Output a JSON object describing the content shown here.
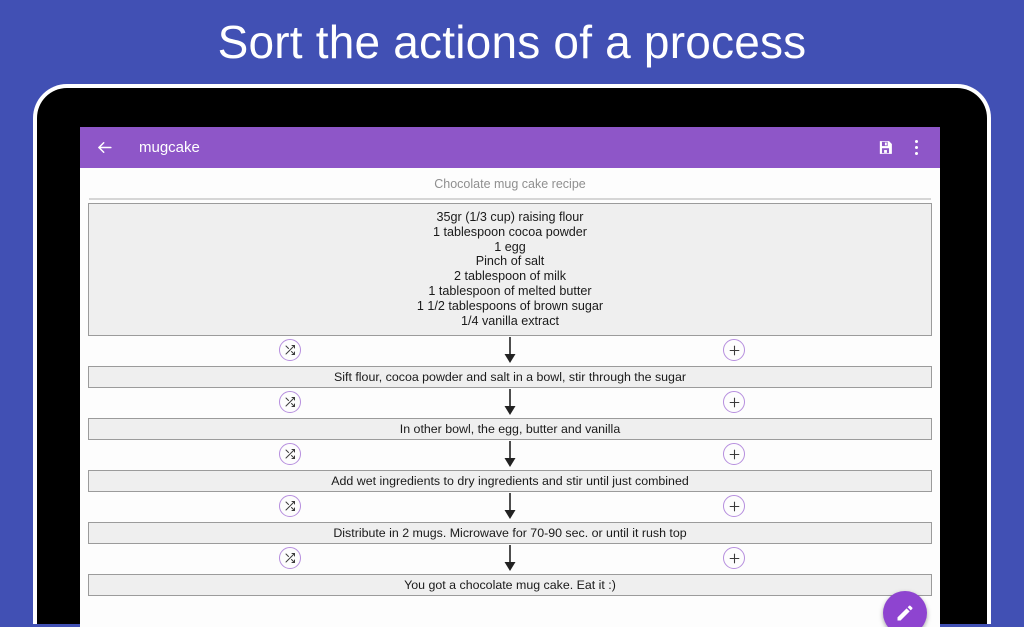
{
  "promo": {
    "headline": "Sort the actions of a process",
    "bg_color": "#4150b4"
  },
  "app": {
    "bar": {
      "back_icon": "back-arrow-icon",
      "title": "mugcake",
      "save_icon": "save-icon",
      "overflow_icon": "overflow-menu-icon",
      "color": "#8e56c8"
    },
    "fab": {
      "icon": "edit-pencil-icon",
      "color": "#8e44d0"
    }
  },
  "document": {
    "title": "Chocolate mug cake recipe",
    "ingredients": [
      "35gr (1/3 cup) raising flour",
      "1 tablespoon cocoa powder",
      "1 egg",
      "Pinch of salt",
      "2 tablespoon of milk",
      "1 tablespoon of melted butter",
      "1 1/2 tablespoons of brown sugar",
      "1/4 vanilla extract"
    ],
    "separator": {
      "swap_icon": "swap-icon",
      "arrow_icon": "arrow-down-icon",
      "add_icon": "add-icon",
      "accent_color": "#b68ede"
    },
    "steps": [
      "Sift flour, cocoa powder and salt in a bowl, stir through the sugar",
      "In other bowl, the egg, butter and vanilla",
      "Add wet ingredients to dry ingredients and stir until just combined",
      "Distribute in 2 mugs. Microwave for 70-90 sec. or until it rush top",
      "You got a chocolate mug cake. Eat it :)"
    ]
  }
}
